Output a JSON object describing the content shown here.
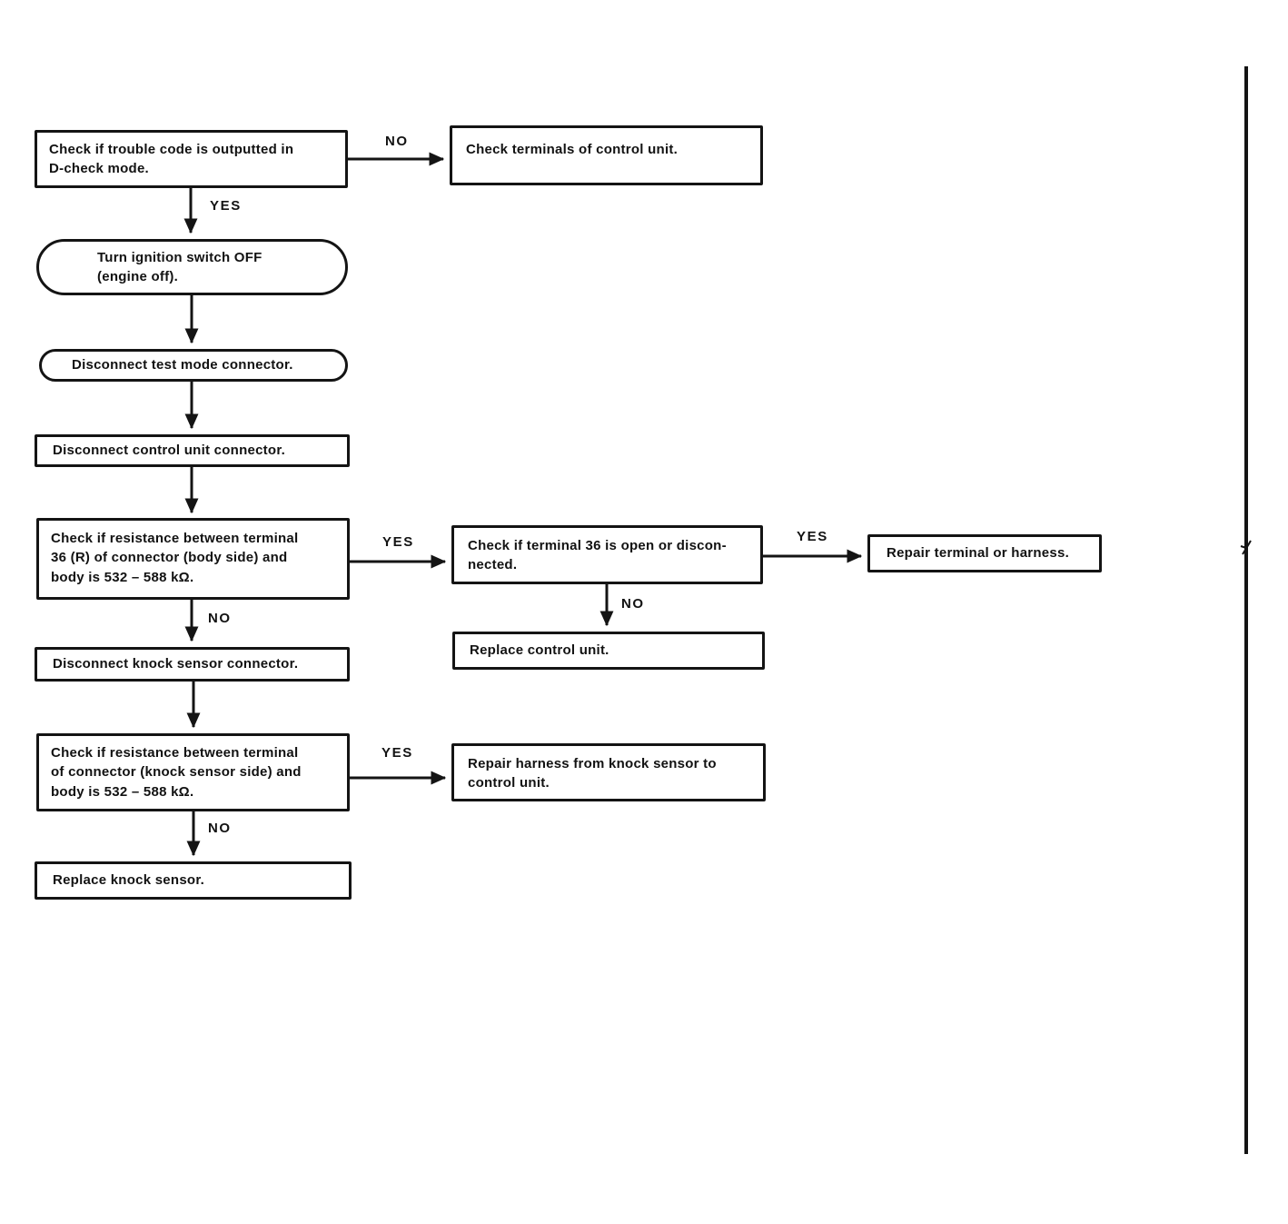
{
  "page": {
    "background_color": "#ffffff",
    "ink_color": "#141414"
  },
  "flowchart": {
    "description": "Knock sensor troubleshooting flowchart (scanned service-manual page)",
    "labels": {
      "yes": "YES",
      "no": "NO"
    },
    "nodes": [
      {
        "id": "check-trouble-code",
        "shape": "rect",
        "text": "Check if trouble code is outputted in\nD-check mode."
      },
      {
        "id": "check-terminals",
        "shape": "rect",
        "text": "Check terminals of control unit."
      },
      {
        "id": "ignition-off",
        "shape": "stadium",
        "text": "Turn ignition switch OFF\n(engine off)."
      },
      {
        "id": "disconnect-test-mode",
        "shape": "stadium",
        "text": "Disconnect test mode connector."
      },
      {
        "id": "disconnect-control-unit",
        "shape": "rect",
        "text": "Disconnect control unit connector."
      },
      {
        "id": "check-resistance-body",
        "shape": "rect",
        "text": "Check if resistance between terminal\n36 (R) of connector (body side) and\nbody is 532 – 588 kΩ."
      },
      {
        "id": "check-terminal-36-open",
        "shape": "rect",
        "text": "Check if terminal 36 is open or discon-\nnected."
      },
      {
        "id": "repair-terminal",
        "shape": "rect",
        "text": "Repair terminal or harness."
      },
      {
        "id": "replace-control-unit",
        "shape": "rect",
        "text": "Replace control unit."
      },
      {
        "id": "disconnect-knock-sensor",
        "shape": "rect",
        "text": "Disconnect knock sensor connector."
      },
      {
        "id": "check-resistance-sensor",
        "shape": "rect",
        "text": "Check if resistance between terminal\nof connector (knock sensor side) and\nbody is 532 – 588 kΩ."
      },
      {
        "id": "repair-harness",
        "shape": "rect",
        "text": "Repair harness from knock sensor to\ncontrol unit."
      },
      {
        "id": "replace-knock-sensor",
        "shape": "rect",
        "text": "Replace knock sensor."
      }
    ],
    "edges": [
      {
        "from": "check-trouble-code",
        "to": "check-terminals",
        "label": "NO"
      },
      {
        "from": "check-trouble-code",
        "to": "ignition-off",
        "label": "YES"
      },
      {
        "from": "ignition-off",
        "to": "disconnect-test-mode",
        "label": ""
      },
      {
        "from": "disconnect-test-mode",
        "to": "disconnect-control-unit",
        "label": ""
      },
      {
        "from": "disconnect-control-unit",
        "to": "check-resistance-body",
        "label": ""
      },
      {
        "from": "check-resistance-body",
        "to": "check-terminal-36-open",
        "label": "YES"
      },
      {
        "from": "check-resistance-body",
        "to": "disconnect-knock-sensor",
        "label": "NO"
      },
      {
        "from": "check-terminal-36-open",
        "to": "repair-terminal",
        "label": "YES"
      },
      {
        "from": "check-terminal-36-open",
        "to": "replace-control-unit",
        "label": "NO"
      },
      {
        "from": "disconnect-knock-sensor",
        "to": "check-resistance-sensor",
        "label": ""
      },
      {
        "from": "check-resistance-sensor",
        "to": "repair-harness",
        "label": "YES"
      },
      {
        "from": "check-resistance-sensor",
        "to": "replace-knock-sensor",
        "label": "NO"
      }
    ]
  }
}
